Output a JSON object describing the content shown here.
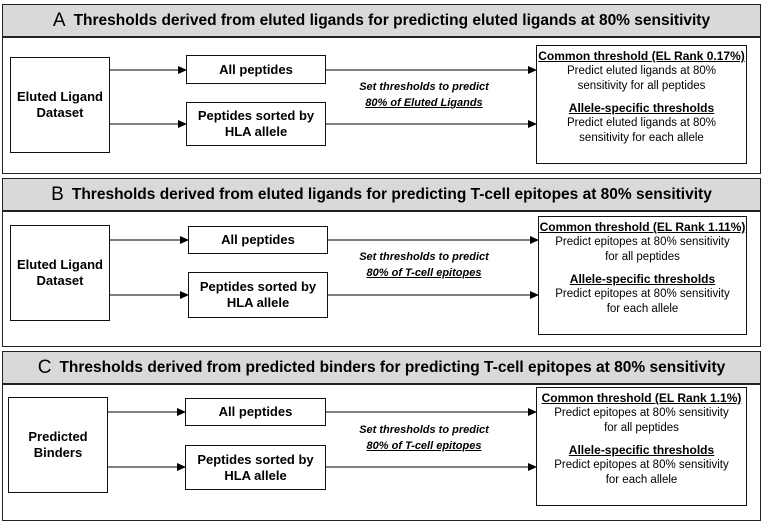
{
  "panels": [
    {
      "letter": "A",
      "title": "Thresholds derived from eluted ligands for predicting eluted ligands at 80% sensitivity",
      "source": "Eluted Ligand Dataset",
      "box_all": "All peptides",
      "box_sorted": "Peptides sorted by HLA allele",
      "mid_line1": "Set thresholds to predict",
      "mid_line2": "80% of Eluted Ligands",
      "common_heading": "Common threshold (EL Rank 0.17%)",
      "common_text": "Predict eluted ligands at 80% sensitivity for all peptides",
      "allele_heading": "Allele-specific thresholds",
      "allele_text": "Predict eluted ligands at 80% sensitivity for each allele"
    },
    {
      "letter": "B",
      "title": "Thresholds derived from eluted ligands for predicting T-cell epitopes at 80% sensitivity",
      "source": "Eluted Ligand Dataset",
      "box_all": "All peptides",
      "box_sorted": "Peptides sorted by HLA allele",
      "mid_line1": "Set thresholds to predict",
      "mid_line2": "80% of T-cell epitopes",
      "common_heading": "Common threshold (EL Rank 1.11%)",
      "common_text": "Predict epitopes at 80% sensitivity for all peptides",
      "allele_heading": "Allele-specific thresholds",
      "allele_text": "Predict epitopes at 80% sensitivity for each allele"
    },
    {
      "letter": "C",
      "title": "Thresholds derived from predicted binders for predicting T-cell epitopes at 80% sensitivity",
      "source": "Predicted Binders",
      "box_all": "All peptides",
      "box_sorted": "Peptides sorted by HLA allele",
      "mid_line1": "Set thresholds to predict",
      "mid_line2": "80% of T-cell epitopes",
      "common_heading": "Common threshold (EL Rank 1.1%)",
      "common_text": "Predict epitopes at 80% sensitivity for all peptides",
      "allele_heading": "Allele-specific thresholds",
      "allele_text": "Predict epitopes at 80% sensitivity for each allele"
    }
  ]
}
